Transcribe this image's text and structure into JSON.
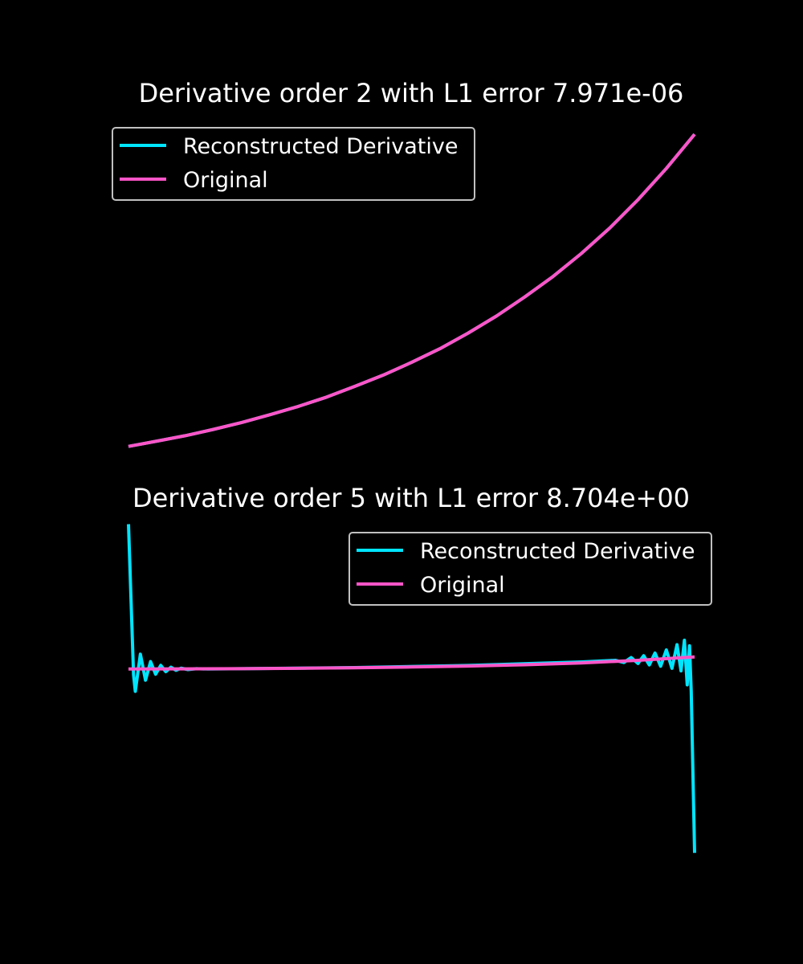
{
  "background": "#000000",
  "colors": {
    "reconstructed": "#00e5ff",
    "original": "#ff55c8",
    "legend_border": "#c0c0c0",
    "text": "#ffffff"
  },
  "chart_data": [
    {
      "type": "line",
      "title": "Derivative order 2 with L1 error 7.971e-06",
      "xlabel": "",
      "ylabel": "",
      "axes_visible": false,
      "grid": false,
      "legend_position": "upper-left",
      "xlim": [
        0,
        1
      ],
      "ylim": [
        0.93,
        8.0
      ],
      "series": [
        {
          "name": "Reconstructed Derivative",
          "color": "#00e5ff",
          "x": [
            0.0,
            0.05,
            0.1,
            0.15,
            0.2,
            0.25,
            0.3,
            0.35,
            0.4,
            0.45,
            0.5,
            0.55,
            0.6,
            0.65,
            0.7,
            0.75,
            0.8,
            0.85,
            0.9,
            0.95,
            1.0
          ],
          "y": [
            1.0,
            1.11,
            1.22,
            1.35,
            1.49,
            1.65,
            1.82,
            2.01,
            2.23,
            2.46,
            2.72,
            3.0,
            3.32,
            3.67,
            4.06,
            4.48,
            4.95,
            5.47,
            6.05,
            6.69,
            7.39
          ]
        },
        {
          "name": "Original",
          "color": "#ff55c8",
          "x": [
            0.0,
            0.05,
            0.1,
            0.15,
            0.2,
            0.25,
            0.3,
            0.35,
            0.4,
            0.45,
            0.5,
            0.55,
            0.6,
            0.65,
            0.7,
            0.75,
            0.8,
            0.85,
            0.9,
            0.95,
            1.0
          ],
          "y": [
            1.0,
            1.11,
            1.22,
            1.35,
            1.49,
            1.65,
            1.82,
            2.01,
            2.23,
            2.46,
            2.72,
            3.0,
            3.32,
            3.67,
            4.06,
            4.48,
            4.95,
            5.47,
            6.05,
            6.69,
            7.39
          ]
        }
      ]
    },
    {
      "type": "line",
      "title": "Derivative order 5 with L1 error 8.704e+00",
      "xlabel": "",
      "ylabel": "",
      "axes_visible": false,
      "grid": false,
      "legend_position": "upper-right",
      "xlim": [
        0,
        1
      ],
      "ylim": [
        -1000,
        860
      ],
      "series": [
        {
          "name": "Reconstructed Derivative",
          "color": "#00e5ff",
          "x": [
            0.0,
            0.009,
            0.012,
            0.021,
            0.03,
            0.039,
            0.048,
            0.057,
            0.066,
            0.075,
            0.084,
            0.093,
            0.105,
            0.12,
            0.14,
            0.2,
            0.4,
            0.6,
            0.8,
            0.86,
            0.875,
            0.888,
            0.9,
            0.91,
            0.92,
            0.93,
            0.94,
            0.95,
            0.96,
            0.969,
            0.976,
            0.982,
            0.987,
            0.991,
            0.994,
            1.0
          ],
          "y": [
            780,
            -30,
            -120,
            80,
            -60,
            40,
            -28,
            20,
            -14,
            10,
            -7,
            5,
            -3,
            2,
            0,
            2,
            8,
            19,
            38,
            47,
            35,
            62,
            30,
            72,
            22,
            86,
            15,
            103,
            4,
            131,
            -10,
            155,
            -85,
            125,
            -120,
            -990
          ]
        },
        {
          "name": "Original",
          "color": "#ff55c8",
          "x": [
            0.0,
            0.1,
            0.2,
            0.3,
            0.4,
            0.5,
            0.6,
            0.7,
            0.8,
            0.9,
            1.0
          ],
          "y": [
            0,
            1,
            2,
            4,
            7,
            11,
            16,
            23,
            33,
            47,
            65
          ]
        }
      ]
    }
  ]
}
